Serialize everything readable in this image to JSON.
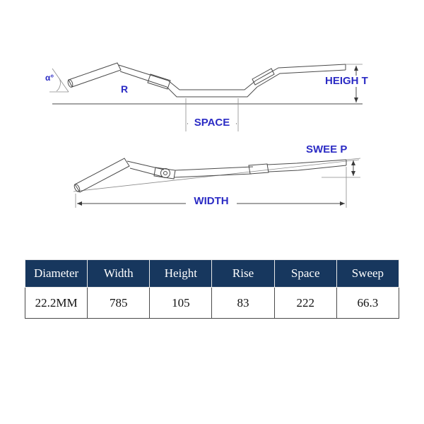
{
  "diagram": {
    "label_color": "#2b2bc4",
    "front_view": {
      "height_label": "HEIGH T",
      "radius_label": "R",
      "space_label": "SPACE",
      "angle_label": "α°"
    },
    "top_view": {
      "sweep_label": "SWEE P",
      "width_label": "WIDTH"
    }
  },
  "spec_table": {
    "header_bg": "#17375e",
    "columns": [
      "Diameter",
      "Width",
      "Height",
      "Rise",
      "Space",
      "Sweep"
    ],
    "values": [
      "22.2MM",
      "785",
      "105",
      "83",
      "222",
      "66.3"
    ]
  }
}
